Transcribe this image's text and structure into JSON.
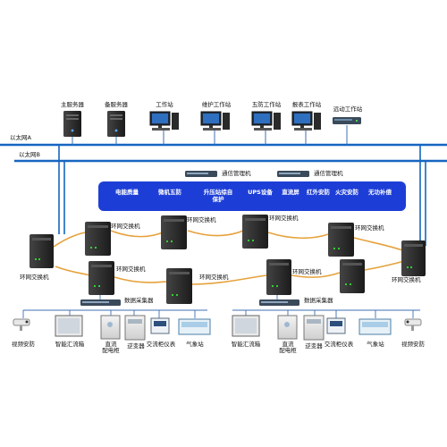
{
  "top_devices": [
    {
      "label": "主服务器",
      "icon": "server-tower-icon"
    },
    {
      "label": "备服务器",
      "icon": "server-tower-icon"
    },
    {
      "label": "工作站",
      "icon": "workstation-icon"
    },
    {
      "label": "维护工作站",
      "icon": "workstation-icon"
    },
    {
      "label": "五防工作站",
      "icon": "workstation-icon"
    },
    {
      "label": "报表工作站",
      "icon": "workstation-icon"
    },
    {
      "label": "远动工作站",
      "icon": "router-icon"
    }
  ],
  "networks": {
    "ethernet_a": "以太网A",
    "ethernet_b": "以太网B"
  },
  "comm_managers": [
    "通信管理机",
    "通信管理机"
  ],
  "subsystems": [
    {
      "label": "电能质量"
    },
    {
      "label": "微机五防"
    },
    {
      "label": "升压站综自\n保护"
    },
    {
      "label": "UPS设备"
    },
    {
      "label": "直流屏"
    },
    {
      "label": "红外安防"
    },
    {
      "label": "火灾安防"
    },
    {
      "label": "无功补偿"
    }
  ],
  "switch_label": "环网交换机",
  "collector_label": "数据采集器",
  "field_left": [
    "视频安防",
    "智能汇流箱",
    "直流\n配电柜",
    "逆变器",
    "交流柜仪表",
    "气象站"
  ],
  "field_right": [
    "智能汇流箱",
    "直流\n配电柜",
    "逆变器",
    "交流柜仪表",
    "气象站",
    "视频安防"
  ],
  "colors": {
    "ethernet_line": "#1565c0",
    "ring_link": "#e6a23c",
    "banner": "#1d3ed6",
    "device_dark": "#2a2a2a"
  }
}
